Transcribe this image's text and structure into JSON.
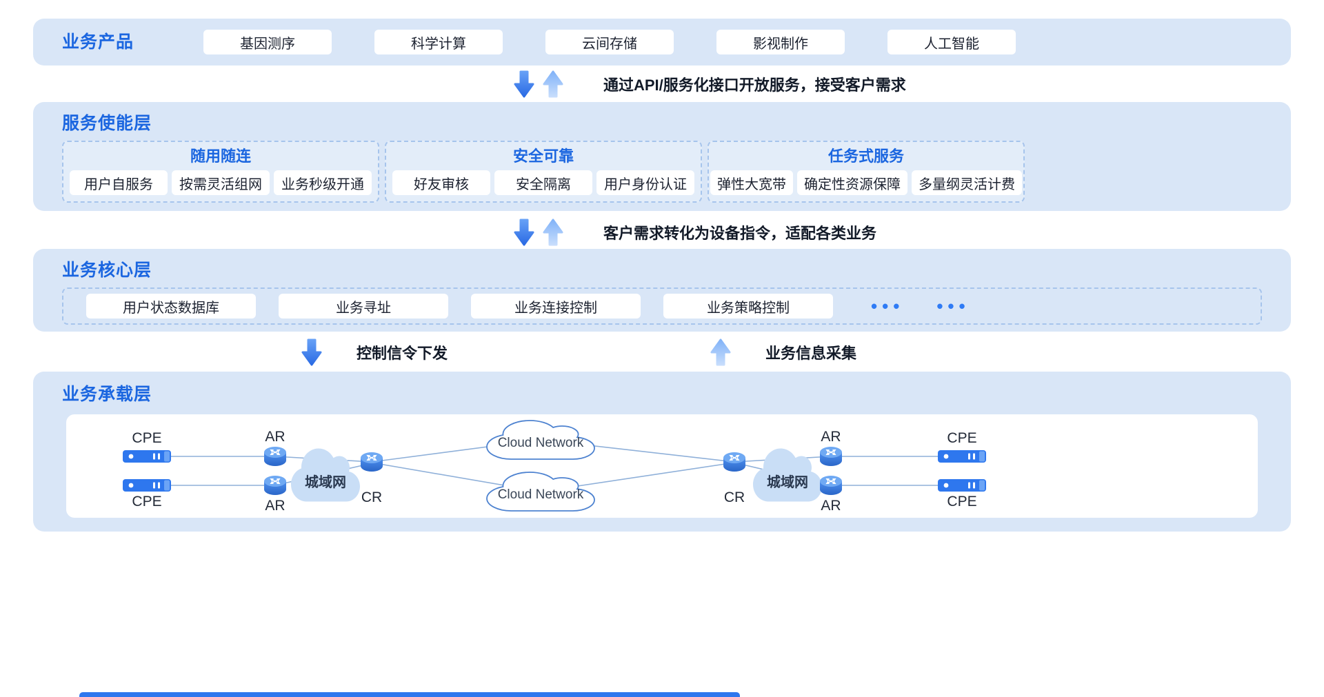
{
  "products": {
    "title": "业务产品",
    "items": [
      "基因测序",
      "科学计算",
      "云间存储",
      "影视制作",
      "人工智能"
    ]
  },
  "flow_api": {
    "text": "通过API/服务化接口开放服务，接受客户需求"
  },
  "enable": {
    "title": "服务使能层",
    "groups": [
      {
        "title": "随用随连",
        "items": [
          "用户自服务",
          "按需灵活组网",
          "业务秒级开通"
        ]
      },
      {
        "title": "安全可靠",
        "items": [
          "好友审核",
          "安全隔离",
          "用户身份认证"
        ]
      },
      {
        "title": "任务式服务",
        "items": [
          "弹性大宽带",
          "确定性资源保障",
          "多量纲灵活计费"
        ]
      }
    ]
  },
  "flow_demand": {
    "text": "客户需求转化为设备指令，适配各类业务"
  },
  "core": {
    "title": "业务核心层",
    "items": [
      "用户状态数据库",
      "业务寻址",
      "业务连接控制",
      "业务策略控制"
    ],
    "ellipsis_1": "•••",
    "ellipsis_2": "•••"
  },
  "flow_control": {
    "down_text": "控制信令下发",
    "up_text": "业务信息采集"
  },
  "bearer": {
    "title": "业务承载层",
    "cpe_label": "CPE",
    "ar_label": "AR",
    "cr_label": "CR",
    "metro_label": "城域网",
    "cloud_label": "Cloud Network"
  },
  "colors": {
    "accent_blue": "#1b66e0",
    "layer_bg": "#d9e6f7",
    "arrow_down": "#2b6be4",
    "arrow_up": "#9cc2fa",
    "device_blue": "#2e77ee",
    "connection_line": "#8fb0d9"
  }
}
